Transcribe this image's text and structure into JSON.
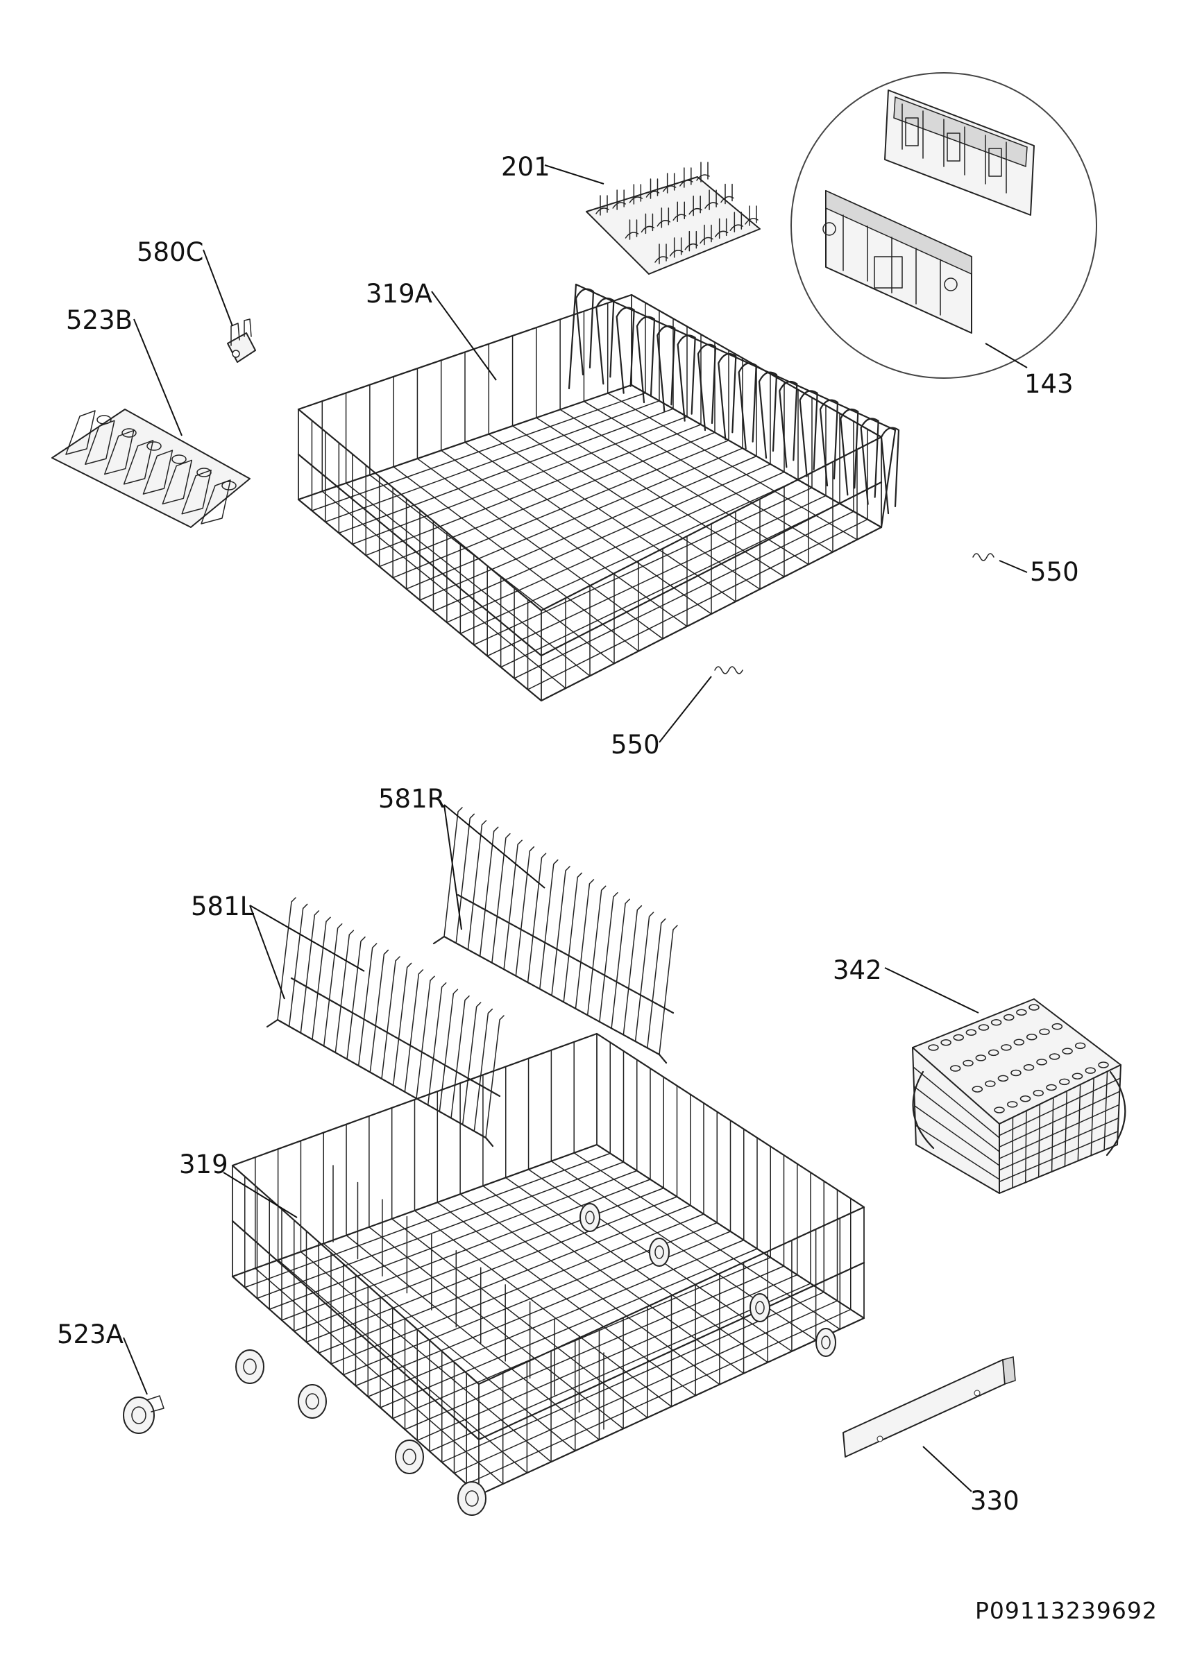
{
  "labels": {
    "p201": "201",
    "p580c": "580C",
    "p319a": "319A",
    "p523b": "523B",
    "p143": "143",
    "p550a": "550",
    "p550b": "550",
    "p581r": "581R",
    "p581l": "581L",
    "p342": "342",
    "p319": "319",
    "p523a": "523A",
    "p330": "330"
  },
  "document_id": "P09113239692"
}
